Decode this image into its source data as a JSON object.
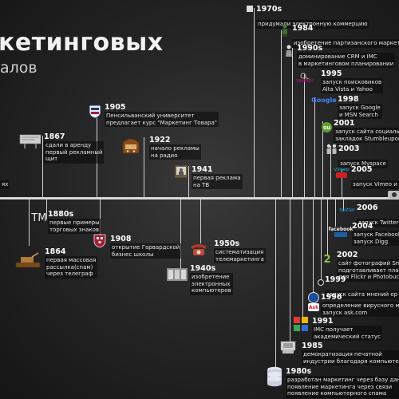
{
  "header": {
    "title": "кетинговых",
    "subtitle": "алов"
  },
  "fragments": {
    "left_edge": "ях"
  },
  "colors": {
    "background": "#1b1b1b",
    "axis": "#d8d8d8",
    "google_blue": "#4285f4",
    "stumbleupon_green": "#5aa02c",
    "harvard_red": "#a51c30",
    "yahoo_purple": "#7b0099",
    "radio_wood": "#8b4a1c"
  },
  "events": [
    {
      "id": "e1970",
      "year": "1970s",
      "label": "придумали электронную коммерцию",
      "icon": "",
      "side": "above"
    },
    {
      "id": "e1984",
      "year": "1984",
      "label": "изобретение партизанского маркетинга",
      "icon": "soldier-icon",
      "side": "above"
    },
    {
      "id": "e1990",
      "year": "1990s",
      "label": "доминирование CRM и IMC\nв маркетинговом планировании",
      "icon": "person-icon",
      "side": "above"
    },
    {
      "id": "e1995",
      "year": "1995",
      "label": "запуск поисковиков\nAlta Vista и Yahoo",
      "icon": "yahoo-logo",
      "icon_text": "YAHOO!",
      "side": "above"
    },
    {
      "id": "e1998",
      "year": "1998",
      "label": "запуск Google\nи MSN Search",
      "icon": "google-logo",
      "icon_text": "Google",
      "side": "above"
    },
    {
      "id": "e2001",
      "year": "2001",
      "label": "запуск сайта социальны\nзакладок Stumbleupon",
      "icon": "stumbleupon-logo",
      "icon_text": "su",
      "side": "above"
    },
    {
      "id": "e2003",
      "year": "2003",
      "label": "запуск Myspace",
      "icon": "people-icon",
      "side": "above"
    },
    {
      "id": "e2005",
      "year": "2005",
      "label": "запуск Vimeo и Y",
      "icon": "vimeo-logo",
      "icon_text": "vimeo",
      "side": "above"
    },
    {
      "id": "e1905",
      "year": "1905",
      "label": "Пенсильванский университет\nпредлагает курс \"Маркетинг Товара\"",
      "icon": "penn-shield-icon",
      "side": "above"
    },
    {
      "id": "e1867",
      "year": "1867",
      "label": "сдали в аренду\nпервый рекламный\nщит",
      "icon": "billboard-icon",
      "side": "above"
    },
    {
      "id": "e1922",
      "year": "1922",
      "label": "начало рекламы\nна радио",
      "icon": "radio-icon",
      "side": "above"
    },
    {
      "id": "e1941",
      "year": "1941",
      "label": "первая реклама\nна ТВ",
      "icon": "tv-icon",
      "side": "above"
    },
    {
      "id": "e1880",
      "year": "1880s",
      "label": "первые примеры\nторговых знаков",
      "icon": "trademark-icon",
      "icon_text": "TM",
      "side": "below"
    },
    {
      "id": "e1864",
      "year": "1864",
      "label": "первая массовая\nрассылка(спам)\nчерез телеграф",
      "icon": "telegraph-icon",
      "side": "below"
    },
    {
      "id": "e1908",
      "year": "1908",
      "label": "открытие Гарвардской\nбизнес школы",
      "icon": "harvard-shield-icon",
      "side": "below"
    },
    {
      "id": "e1950",
      "year": "1950s",
      "label": "систематизация\nтелемаркетинга",
      "icon": "phone-icon",
      "side": "below"
    },
    {
      "id": "e1940",
      "year": "1940s",
      "label": "изобретение\nэлектронных\nкомпьютеров",
      "icon": "computer-icon",
      "side": "below"
    },
    {
      "id": "e2006",
      "year": "2006",
      "label": "запуск Twitter",
      "icon": "twitter-logo",
      "icon_text": "twitter",
      "side": "below"
    },
    {
      "id": "e2004",
      "year": "2004",
      "label": "запуск Facebook\nзапуск Digg",
      "icon": "facebook-digg-logo",
      "icon_text": "facebook",
      "side": "below"
    },
    {
      "id": "e2002",
      "year": "2002",
      "label": "сайт фотографий Smug\nподготавливает платфо\nдля Flickr и Photobucke",
      "icon": "smugmug-logo",
      "icon_text": "2",
      "side": "below"
    },
    {
      "id": "e1999",
      "year": "1999",
      "label": "запуск сайта мнений ep",
      "icon": "",
      "side": "below"
    },
    {
      "id": "e1996",
      "year": "1996",
      "label": "определение вирусного маркет\nзапуск ask.com",
      "icon": "ask-logo",
      "icon_text": "Ask",
      "side": "below"
    },
    {
      "id": "e1991",
      "year": "1991",
      "label": "IMC получает\nакадемический статус",
      "icon": "imc-icon",
      "side": "below"
    },
    {
      "id": "e1985",
      "year": "1985",
      "label": "демократизация печатной\nиндустрии благодаря компьютерам",
      "icon": "printer-icon",
      "side": "below"
    },
    {
      "id": "e1980",
      "year": "1980s",
      "label": "разработан маркетинг через базу данных\nпоявление маркетинга через связи\nпоявление компьютерного спама",
      "icon": "database-icon",
      "side": "below"
    }
  ]
}
